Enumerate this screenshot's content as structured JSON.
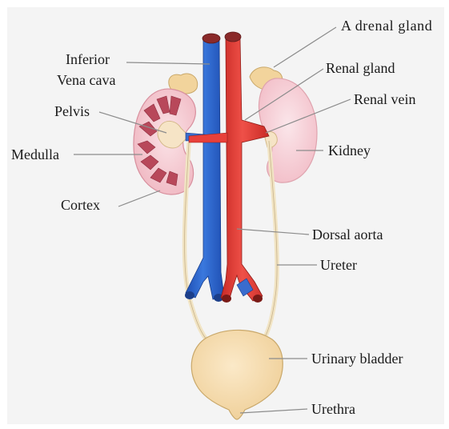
{
  "diagram": {
    "labels": {
      "adrenal_gland": "A drenal gland",
      "inferior_vena_cava_line1": "Inferior",
      "inferior_vena_cava_line2": "Vena cava",
      "renal_gland": "Renal gland",
      "renal_vein": "Renal vein",
      "pelvis": "Pelvis",
      "medulla": "Medulla",
      "kidney": "Kidney",
      "cortex": "Cortex",
      "dorsal_aorta": "Dorsal aorta",
      "ureter": "Ureter",
      "urinary_bladder": "Urinary bladder",
      "urethra": "Urethra"
    },
    "colors": {
      "vena_cava": "#2860c8",
      "aorta": "#e8403a",
      "kidney": "#f5c8cf",
      "medulla": "#b8485a",
      "adrenal": "#f2d49c",
      "bladder": "#f6dcae",
      "ureter": "#f1e4c4",
      "background": "#f4f4f4"
    }
  }
}
